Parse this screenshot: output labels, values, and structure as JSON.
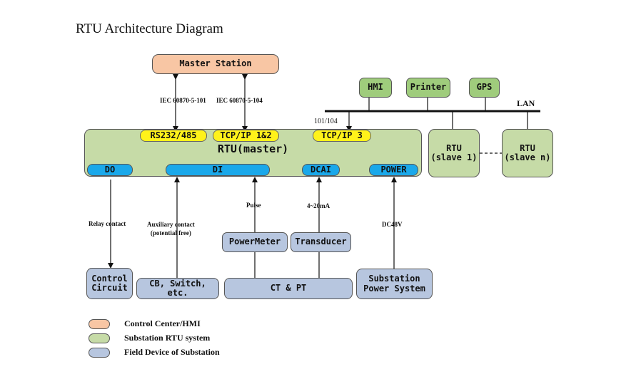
{
  "title": "RTU  Architecture Diagram",
  "nodes": {
    "master_station": "Master Station",
    "hmi": "HMI",
    "printer": "Printer",
    "gps": "GPS",
    "rtu_master": "RTU(master)",
    "rtu_slave1": "RTU\n(slave 1)",
    "rtu_slaven": "RTU\n(slave n)",
    "rs232": "RS232/485",
    "tcpip12": "TCP/IP 1&2",
    "tcpip3": "TCP/IP 3",
    "do": "DO",
    "di": "DI",
    "dcai": "DCAI",
    "power": "POWER",
    "control_circuit": "Control\nCircuit",
    "cb_switch": "CB, Switch, etc.",
    "powermeter": "PowerMeter",
    "transducer": "Transducer",
    "ct_pt": "CT & PT",
    "substation_power": "Substation\nPower System"
  },
  "labels": {
    "iec101": "IEC 60870-5-101",
    "iec104": "IEC 60870-5-104",
    "lan": "LAN",
    "p101_104": "101/104",
    "relay": "Relay contact",
    "aux": "Auxiliary contact\n(potential free)",
    "pulse": "Pulse",
    "ma": "4~20mA",
    "dc48": "DC48V"
  },
  "legend": [
    {
      "label": "Control Center/HMI",
      "color": "#f8c6a4"
    },
    {
      "label": "Substation RTU system",
      "color": "#c6dba7"
    },
    {
      "label": "Field Device of Substation",
      "color": "#b7c6df"
    }
  ]
}
